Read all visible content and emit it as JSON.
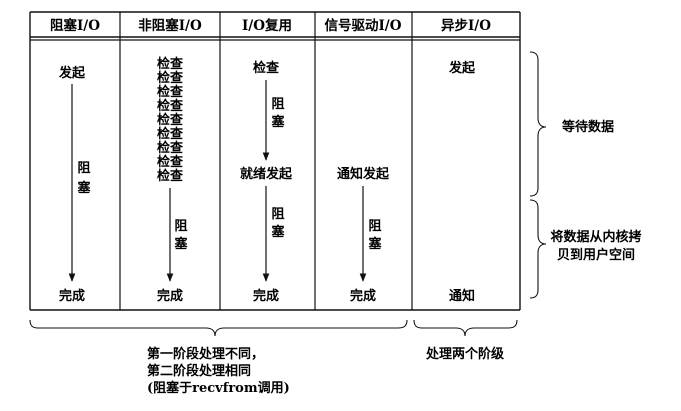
{
  "columns": [
    {
      "header": "阻塞I/O",
      "top": "发起",
      "block": [
        "阻",
        "塞"
      ],
      "bottom": "完成"
    },
    {
      "header": "非阻塞I/O",
      "checks": [
        "检查",
        "检查",
        "检查",
        "检查",
        "检查",
        "检查",
        "检查",
        "检查",
        "检查"
      ],
      "block": [
        "阻",
        "塞"
      ],
      "bottom": "完成"
    },
    {
      "header": "I/O复用",
      "top": "检查",
      "block1": [
        "阻",
        "塞"
      ],
      "mid": "就绪发起",
      "block2": [
        "阻",
        "塞"
      ],
      "bottom": "完成"
    },
    {
      "header": "信号驱动I/O",
      "mid": "通知发起",
      "block": [
        "阻",
        "塞"
      ],
      "bottom": "完成"
    },
    {
      "header": "异步I/O",
      "top": "发起",
      "bottom": "通知"
    }
  ],
  "phases": {
    "wait": "等待数据",
    "copy_line1": "将数据从内核拷",
    "copy_line2": "贝到用户空间"
  },
  "notes": {
    "first_four_line1": "第一阶段处理不同，",
    "first_four_line2": "第二阶段处理相同",
    "first_four_line3": "(阻塞于recvfrom调用)",
    "async": "处理两个阶级"
  }
}
